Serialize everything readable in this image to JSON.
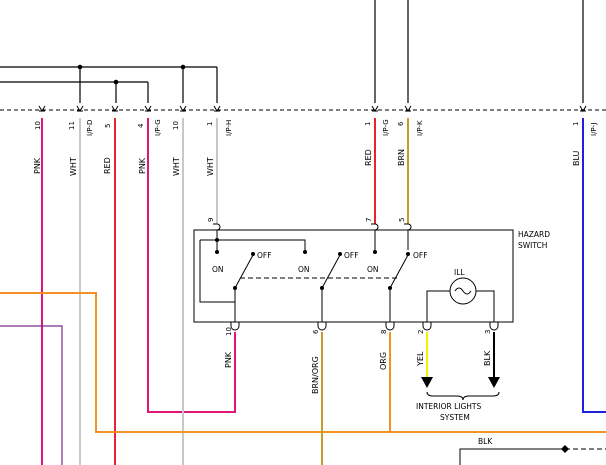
{
  "connector_top": {
    "pins": [
      {
        "num": "10",
        "conn": ""
      },
      {
        "num": "11",
        "conn": "I/P-D"
      },
      {
        "num": "5",
        "conn": ""
      },
      {
        "num": "4",
        "conn": "I/P-G"
      },
      {
        "num": "10",
        "conn": ""
      },
      {
        "num": "1",
        "conn": "I/P-H"
      },
      {
        "num": "1",
        "conn": "I/P-G"
      },
      {
        "num": "6",
        "conn": "I/P-K"
      },
      {
        "num": "1",
        "conn": "I/P-J"
      }
    ]
  },
  "wires": {
    "pnk_left": "PNK",
    "wht_1": "WHT",
    "red_left": "RED",
    "pnk_2": "PNK",
    "wht_2": "WHT",
    "wht_3": "WHT",
    "red_mid": "RED",
    "brn": "BRN",
    "blu": "BLU",
    "pnk_bottom": "PNK",
    "brn_org": "BRN/ORG",
    "org": "ORG",
    "yel": "YEL",
    "blk": "BLK",
    "blk_bottom": "BLK"
  },
  "switch": {
    "title_line1": "HAZARD",
    "title_line2": "SWITCH",
    "top_pins": [
      "9",
      "7",
      "5"
    ],
    "bottom_pins": [
      "10",
      "6",
      "8",
      "2",
      "3"
    ],
    "positions": [
      "ON",
      "OFF",
      "ON",
      "OFF",
      "ON",
      "OFF"
    ],
    "lamp": "ILL"
  },
  "interior": {
    "line1": "INTERIOR LIGHTS",
    "line2": "SYSTEM"
  },
  "colors": {
    "pink": "#e0157a",
    "red": "#e8222e",
    "white_wire": "#c8c8c8",
    "brown": "#c99a2e",
    "blue": "#1a22e0",
    "orange": "#f39222",
    "yellow": "#f4f000",
    "black": "#000000",
    "purple": "#7a2a8a"
  }
}
